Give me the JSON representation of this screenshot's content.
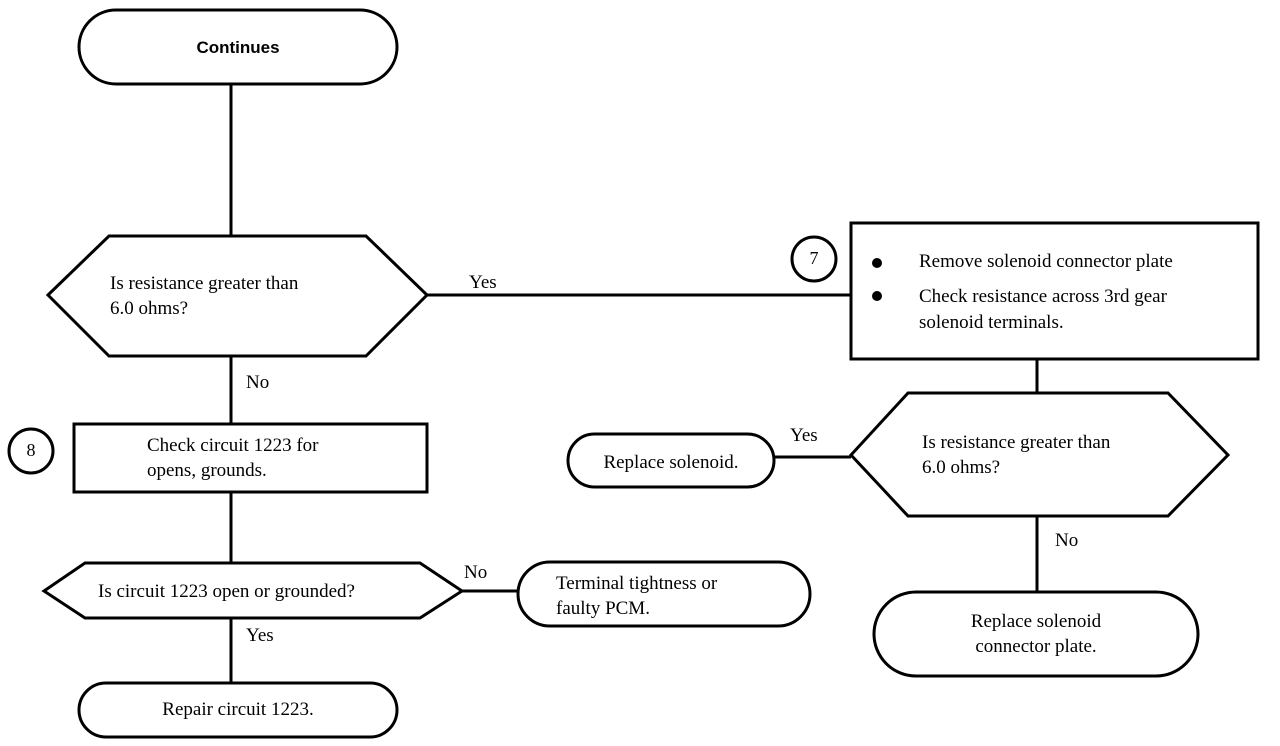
{
  "nodes": {
    "start": "Continues",
    "decision_1": [
      "Is resistance greater than",
      "6.0 ohms?"
    ],
    "step_7_number": "7",
    "step_7_items": [
      "Remove solenoid connector plate",
      "Check resistance across 3rd gear",
      "solenoid terminals."
    ],
    "decision_2": [
      "Is resistance greater than",
      "6.0 ohms?"
    ],
    "replace_solenoid": "Replace solenoid.",
    "replace_plate": [
      "Replace solenoid",
      "connector plate."
    ],
    "step_8_number": "8",
    "step_8": [
      "Check circuit 1223 for",
      "opens, grounds."
    ],
    "decision_3": "Is circuit 1223 open or grounded?",
    "terminal": [
      "Terminal tightness or",
      "faulty PCM."
    ],
    "repair": "Repair circuit 1223."
  },
  "edge_labels": {
    "d1_yes": "Yes",
    "d1_no": "No",
    "d2_yes": "Yes",
    "d2_no": "No",
    "d3_no": "No",
    "d3_yes": "Yes"
  }
}
